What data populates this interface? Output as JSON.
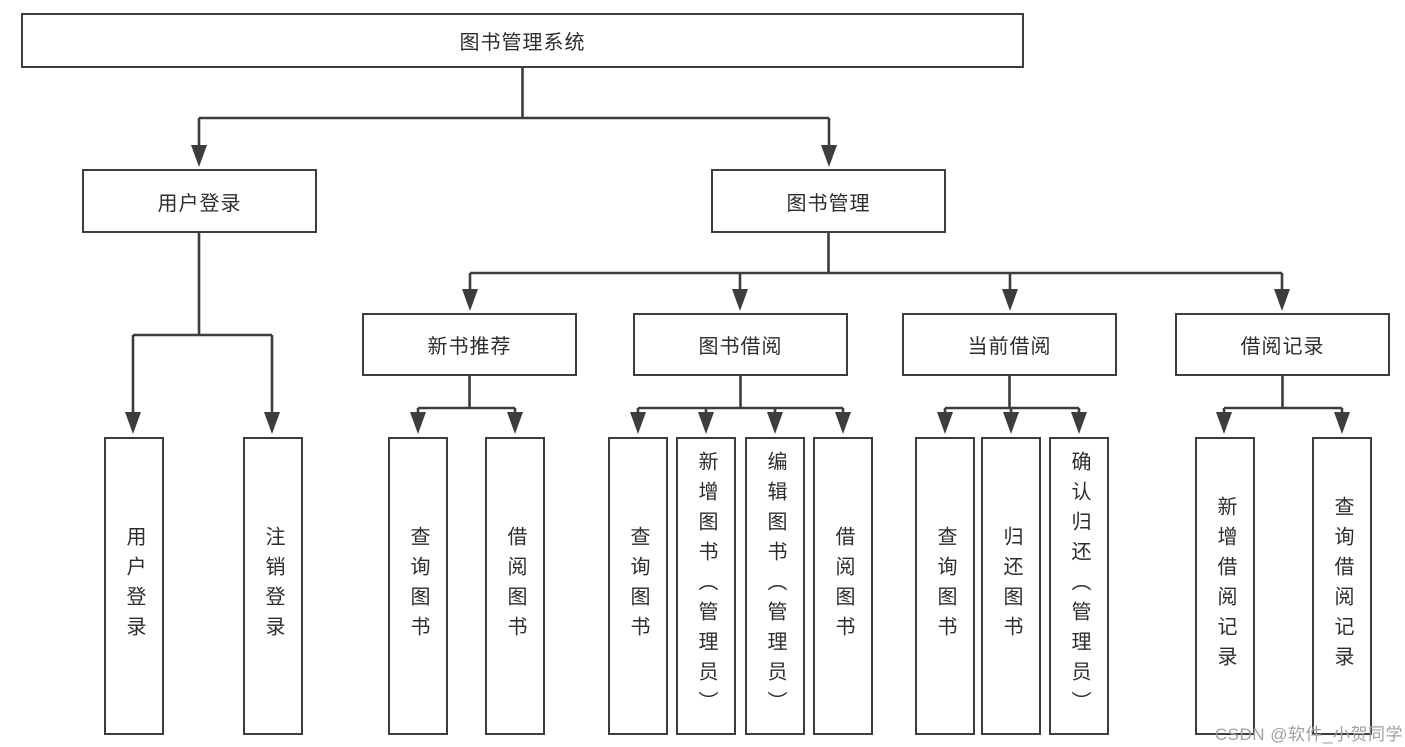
{
  "diagram": {
    "root": {
      "label": "图书管理系统"
    },
    "branches": [
      {
        "label": "用户登录",
        "children": [
          {
            "label": "用户登录"
          },
          {
            "label": "注销登录"
          }
        ]
      },
      {
        "label": "图书管理",
        "children": [
          {
            "label": "新书推荐",
            "children": [
              {
                "label": "查询图书"
              },
              {
                "label": "借阅图书"
              }
            ]
          },
          {
            "label": "图书借阅",
            "children": [
              {
                "label": "查询图书"
              },
              {
                "label": "新增图书（管理员）"
              },
              {
                "label": "编辑图书（管理员）"
              },
              {
                "label": "借阅图书"
              }
            ]
          },
          {
            "label": "当前借阅",
            "children": [
              {
                "label": "查询图书"
              },
              {
                "label": "归还图书"
              },
              {
                "label": "确认归还（管理员）"
              }
            ]
          },
          {
            "label": "借阅记录",
            "children": [
              {
                "label": "新增借阅记录"
              },
              {
                "label": "查询借阅记录"
              }
            ]
          }
        ]
      }
    ]
  },
  "watermark": {
    "text": "CSDN @软件_小贺同学"
  },
  "colors": {
    "line": "#3d3d3d",
    "border": "#3d3d3d",
    "text": "#2d2d2d",
    "watermark": "#a0a0a0",
    "background": "#ffffff"
  }
}
